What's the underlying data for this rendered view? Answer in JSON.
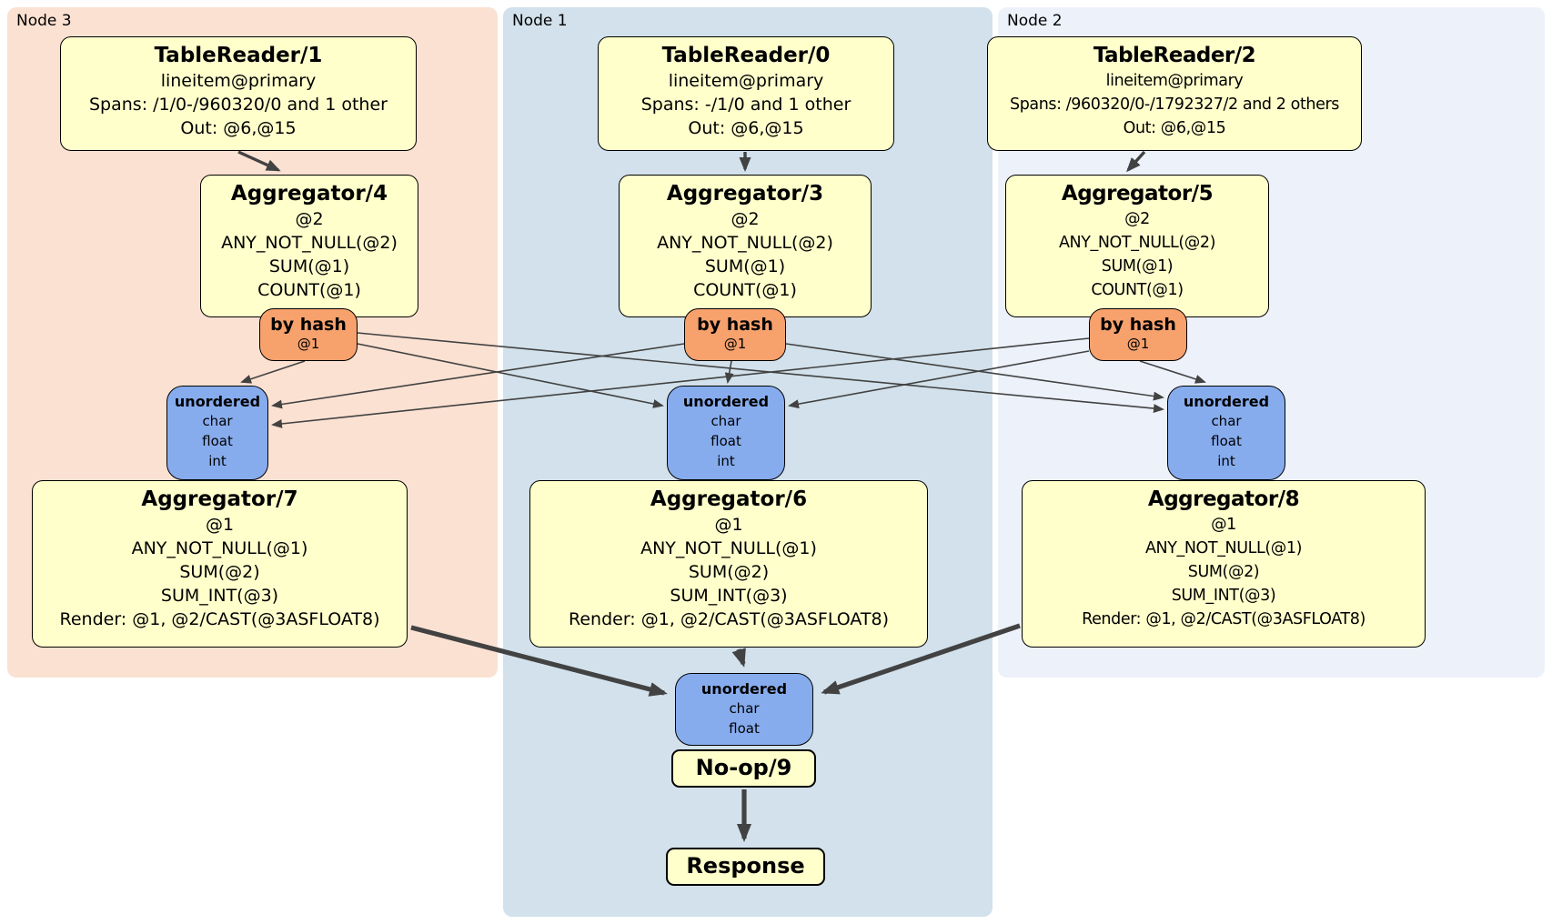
{
  "colors": {
    "node3_bg": "#fbe1d2",
    "node1_bg": "#d2e1eb",
    "node2_bg": "#edf1fa",
    "box_fill": "#ffffcc",
    "router_fill": "#f7a16d",
    "sync_fill": "#87acee",
    "edge": "#424242",
    "border": "#000000"
  },
  "nodes": [
    {
      "label": "Node 3",
      "table_reader": {
        "title": "TableReader/1",
        "lines": [
          "lineitem@primary",
          "Spans: /1/0-/960320/0 and 1 other",
          "Out: @6,@15"
        ]
      },
      "aggregator_top": {
        "title": "Aggregator/4",
        "lines": [
          "@2",
          "ANY_NOT_NULL(@2)",
          "SUM(@1)",
          "COUNT(@1)"
        ]
      },
      "hash_router": {
        "title": "by hash",
        "detail": "@1"
      },
      "sync": {
        "title": "unordered",
        "lines": [
          "char",
          "float",
          "int"
        ]
      },
      "aggregator_bottom": {
        "title": "Aggregator/7",
        "lines": [
          "@1",
          "ANY_NOT_NULL(@1)",
          "SUM(@2)",
          "SUM_INT(@3)",
          "Render: @1, @2/CAST(@3ASFLOAT8)"
        ]
      }
    },
    {
      "label": "Node 1",
      "table_reader": {
        "title": "TableReader/0",
        "lines": [
          "lineitem@primary",
          "Spans: -/1/0 and 1 other",
          "Out: @6,@15"
        ]
      },
      "aggregator_top": {
        "title": "Aggregator/3",
        "lines": [
          "@2",
          "ANY_NOT_NULL(@2)",
          "SUM(@1)",
          "COUNT(@1)"
        ]
      },
      "hash_router": {
        "title": "by hash",
        "detail": "@1"
      },
      "sync": {
        "title": "unordered",
        "lines": [
          "char",
          "float",
          "int"
        ]
      },
      "aggregator_bottom": {
        "title": "Aggregator/6",
        "lines": [
          "@1",
          "ANY_NOT_NULL(@1)",
          "SUM(@2)",
          "SUM_INT(@3)",
          "Render: @1, @2/CAST(@3ASFLOAT8)"
        ]
      }
    },
    {
      "label": "Node 2",
      "table_reader": {
        "title": "TableReader/2",
        "lines": [
          "lineitem@primary",
          "Spans: /960320/0-/1792327/2 and 2 others",
          "Out: @6,@15"
        ]
      },
      "aggregator_top": {
        "title": "Aggregator/5",
        "lines": [
          "@2",
          "ANY_NOT_NULL(@2)",
          "SUM(@1)",
          "COUNT(@1)"
        ]
      },
      "hash_router": {
        "title": "by hash",
        "detail": "@1"
      },
      "sync": {
        "title": "unordered",
        "lines": [
          "char",
          "float",
          "int"
        ]
      },
      "aggregator_bottom": {
        "title": "Aggregator/8",
        "lines": [
          "@1",
          "ANY_NOT_NULL(@1)",
          "SUM(@2)",
          "SUM_INT(@3)",
          "Render: @1, @2/CAST(@3ASFLOAT8)"
        ]
      }
    }
  ],
  "final": {
    "sync": {
      "title": "unordered",
      "lines": [
        "char",
        "float"
      ]
    },
    "noop": {
      "title": "No-op/9"
    },
    "response": {
      "title": "Response"
    }
  }
}
